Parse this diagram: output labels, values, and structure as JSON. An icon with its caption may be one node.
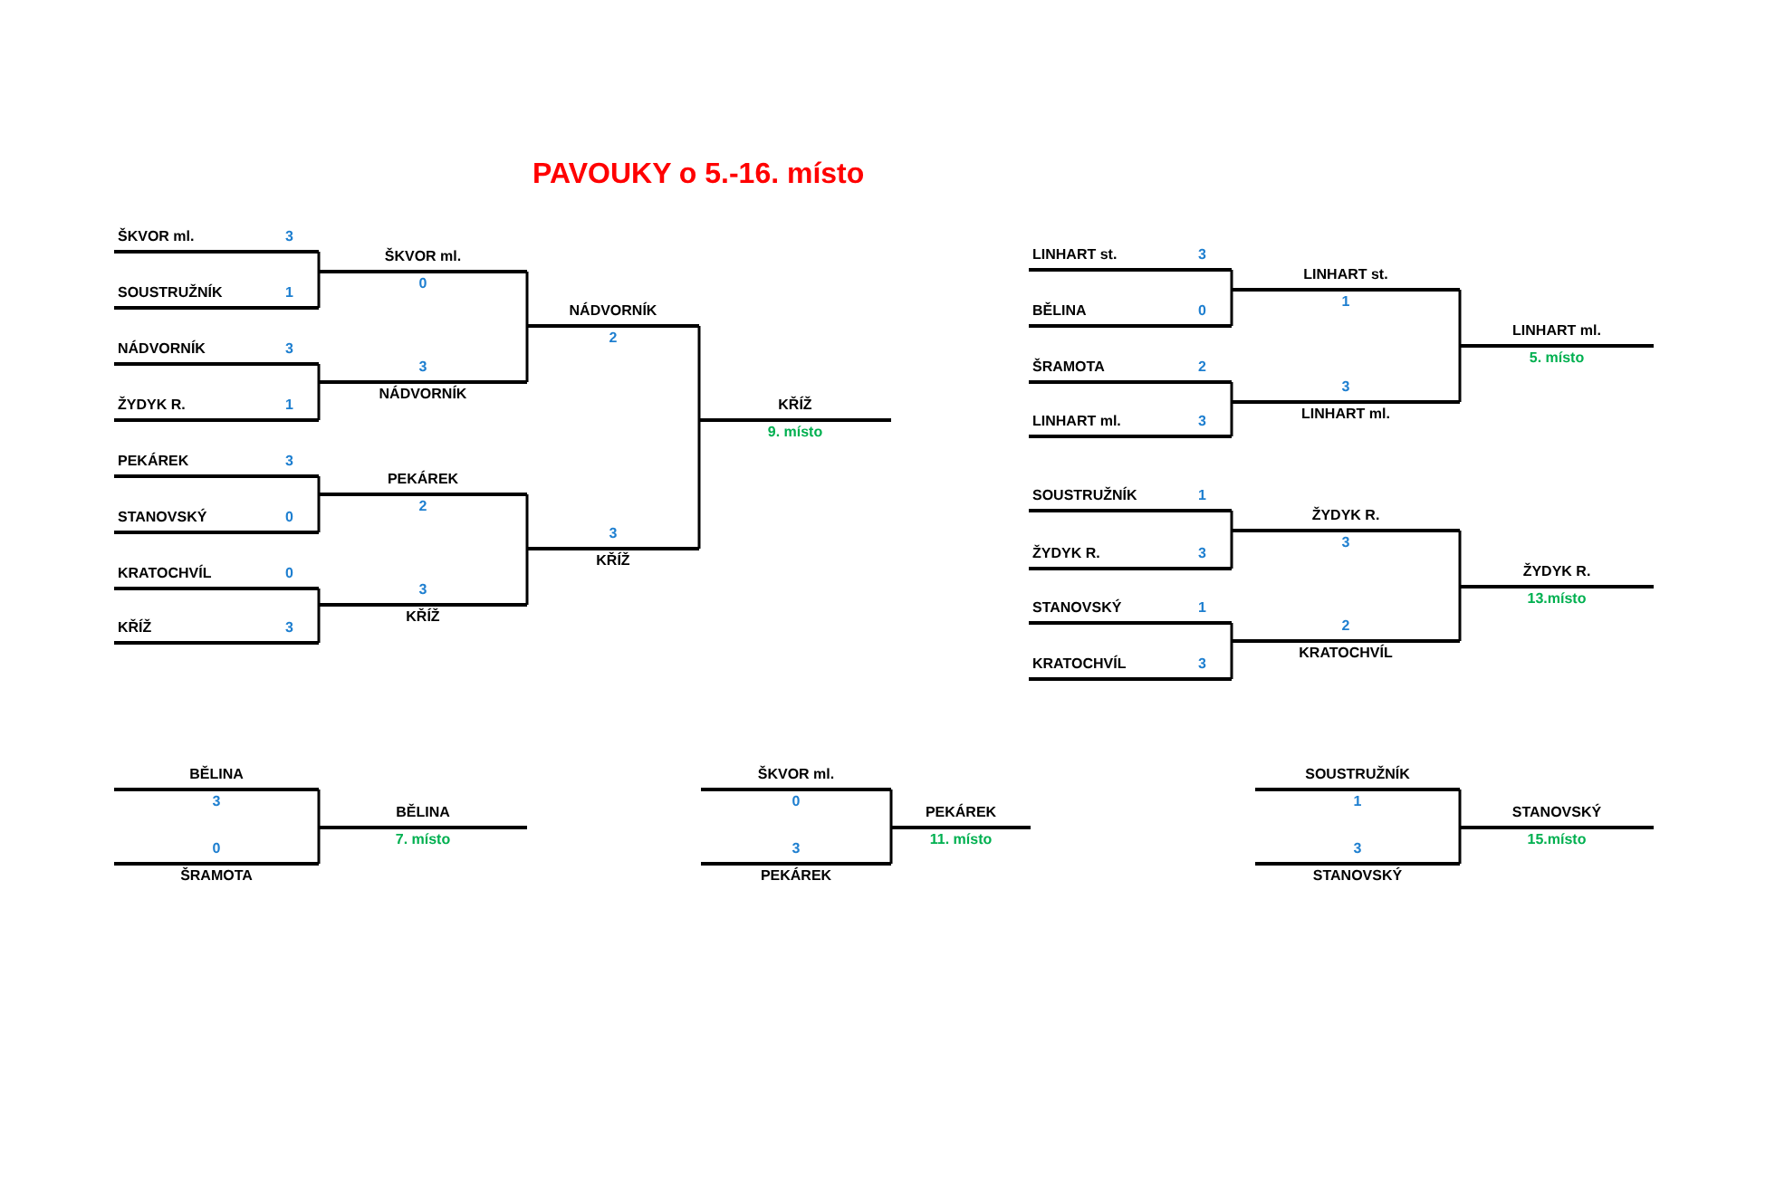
{
  "diagram": {
    "title": "PAVOUKY o 5.-16. místo",
    "nodes": [
      {
        "text": [
          "ŠKVOR ml.",
          "3"
        ]
      },
      {
        "text": [
          "SOUSTRUŽNÍK",
          "1"
        ]
      },
      {
        "text": [
          "NÁDVORNÍK",
          "3"
        ]
      },
      {
        "text": [
          "ŽYDYK R.",
          "1"
        ]
      },
      {
        "text": [
          "PEKÁREK",
          "3"
        ]
      },
      {
        "text": [
          "STANOVSKÝ",
          "0"
        ]
      },
      {
        "text": [
          "KRATOCHVÍL",
          "0"
        ]
      },
      {
        "text": [
          "KŘÍŽ",
          "3"
        ]
      },
      {
        "text": [
          "ŠKVOR ml.",
          "0"
        ]
      },
      {
        "text": [
          "3",
          "NÁDVORNÍK"
        ]
      },
      {
        "text": [
          "PEKÁREK",
          "2"
        ]
      },
      {
        "text": [
          "3",
          "KŘÍŽ"
        ]
      },
      {
        "text": [
          "NÁDVORNÍK",
          "2"
        ]
      },
      {
        "text": [
          "3",
          "KŘÍŽ"
        ]
      },
      {
        "text": [
          "KŘÍŽ",
          "9. místo"
        ]
      },
      {
        "text": [
          "LINHART st.",
          "3"
        ]
      },
      {
        "text": [
          "BĚLINA",
          "0"
        ]
      },
      {
        "text": [
          "ŠRAMOTA",
          "2"
        ]
      },
      {
        "text": [
          "LINHART ml.",
          "3"
        ]
      },
      {
        "text": [
          "LINHART st.",
          "1"
        ]
      },
      {
        "text": [
          "3",
          "LINHART ml."
        ]
      },
      {
        "text": [
          "LINHART ml.",
          "5. místo"
        ]
      },
      {
        "text": [
          "SOUSTRUŽNÍK",
          "1"
        ]
      },
      {
        "text": [
          "ŽYDYK R.",
          "3"
        ]
      },
      {
        "text": [
          "STANOVSKÝ",
          "1"
        ]
      },
      {
        "text": [
          "KRATOCHVÍL",
          "3"
        ]
      },
      {
        "text": [
          "ŽYDYK R.",
          "3"
        ]
      },
      {
        "text": [
          "2",
          "KRATOCHVÍL"
        ]
      },
      {
        "text": [
          "ŽYDYK R.",
          "13.místo"
        ]
      },
      {
        "text": [
          "BĚLINA",
          "3"
        ]
      },
      {
        "text": [
          "0",
          "ŠRAMOTA"
        ]
      },
      {
        "text": [
          "BĚLINA",
          "7. místo"
        ]
      },
      {
        "text": [
          "ŠKVOR ml.",
          "0"
        ]
      },
      {
        "text": [
          "3",
          "PEKÁREK"
        ]
      },
      {
        "text": [
          "PEKÁREK",
          "11. místo"
        ]
      },
      {
        "text": [
          "SOUSTRUŽNÍK",
          "1"
        ]
      },
      {
        "text": [
          "3",
          "STANOVSKÝ"
        ]
      },
      {
        "text": [
          "STANOVSKÝ",
          "15.místo"
        ]
      }
    ],
    "edges": [
      {
        "from": 0,
        "to": 8,
        "arrow": "none"
      },
      {
        "from": 1,
        "to": 8,
        "arrow": "none"
      },
      {
        "from": 2,
        "to": 9,
        "arrow": "none"
      },
      {
        "from": 3,
        "to": 9,
        "arrow": "none"
      },
      {
        "from": 4,
        "to": 10,
        "arrow": "none"
      },
      {
        "from": 5,
        "to": 10,
        "arrow": "none"
      },
      {
        "from": 6,
        "to": 11,
        "arrow": "none"
      },
      {
        "from": 7,
        "to": 11,
        "arrow": "none"
      },
      {
        "from": 8,
        "to": 12,
        "arrow": "none"
      },
      {
        "from": 9,
        "to": 12,
        "arrow": "none"
      },
      {
        "from": 10,
        "to": 13,
        "arrow": "none"
      },
      {
        "from": 11,
        "to": 13,
        "arrow": "none"
      },
      {
        "from": 12,
        "to": 14,
        "arrow": "none"
      },
      {
        "from": 13,
        "to": 14,
        "arrow": "none"
      },
      {
        "from": 15,
        "to": 19,
        "arrow": "none"
      },
      {
        "from": 16,
        "to": 19,
        "arrow": "none"
      },
      {
        "from": 17,
        "to": 20,
        "arrow": "none"
      },
      {
        "from": 18,
        "to": 20,
        "arrow": "none"
      },
      {
        "from": 19,
        "to": 21,
        "arrow": "none"
      },
      {
        "from": 20,
        "to": 21,
        "arrow": "none"
      },
      {
        "from": 22,
        "to": 26,
        "arrow": "none"
      },
      {
        "from": 23,
        "to": 26,
        "arrow": "none"
      },
      {
        "from": 24,
        "to": 27,
        "arrow": "none"
      },
      {
        "from": 25,
        "to": 27,
        "arrow": "none"
      },
      {
        "from": 26,
        "to": 28,
        "arrow": "none"
      },
      {
        "from": 27,
        "to": 28,
        "arrow": "none"
      },
      {
        "from": 29,
        "to": 31,
        "arrow": "none"
      },
      {
        "from": 30,
        "to": 31,
        "arrow": "none"
      },
      {
        "from": 32,
        "to": 34,
        "arrow": "none"
      },
      {
        "from": 33,
        "to": 34,
        "arrow": "none"
      },
      {
        "from": 35,
        "to": 37,
        "arrow": "none"
      },
      {
        "from": 36,
        "to": 37,
        "arrow": "none"
      }
    ]
  }
}
